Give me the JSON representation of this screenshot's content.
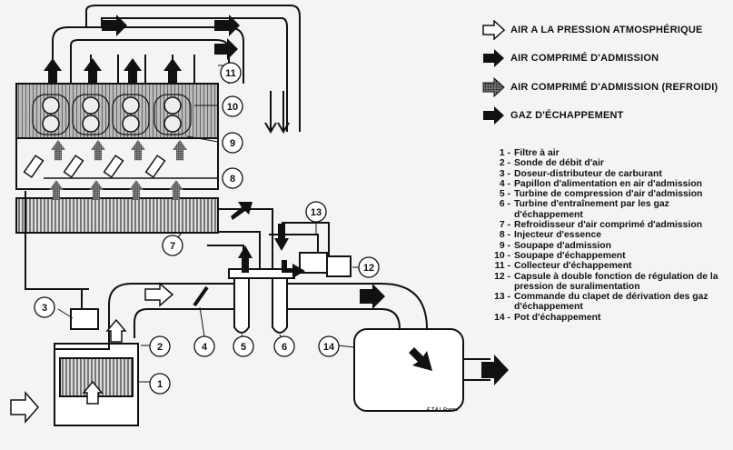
{
  "legend": [
    {
      "label": "AIR A LA PRESSION ATMOSPHÉRIQUE",
      "style": "outline"
    },
    {
      "label": "AIR COMPRIMÉ D'ADMISSION",
      "style": "solid"
    },
    {
      "label": "AIR COMPRIMÉ D'ADMISSION (REFROIDI)",
      "style": "dotted"
    },
    {
      "label": "GAZ D'ÉCHAPPEMENT",
      "style": "solid"
    }
  ],
  "parts": [
    {
      "num": "1 -",
      "text": "Filtre à air"
    },
    {
      "num": "2 -",
      "text": "Sonde de débit d'air"
    },
    {
      "num": "3 -",
      "text": "Doseur-distributeur de carburant"
    },
    {
      "num": "4 -",
      "text": "Papillon d'alimentation en air d'admission"
    },
    {
      "num": "5 -",
      "text": "Turbine de compression d'air d'admission"
    },
    {
      "num": "6 -",
      "text": "Turbine d'entraînement par les gaz d'échappement"
    },
    {
      "num": "7 -",
      "text": "Refroidisseur d'air comprimé d'admission"
    },
    {
      "num": "8 -",
      "text": "Injecteur d'essence"
    },
    {
      "num": "9 -",
      "text": "Soupape d'admission"
    },
    {
      "num": "10 -",
      "text": "Soupape d'échappement"
    },
    {
      "num": "11 -",
      "text": "Collecteur d'échappement"
    },
    {
      "num": "12 -",
      "text": "Capsule à double fonction de régulation de la pression de suralimentation"
    },
    {
      "num": "13 -",
      "text": "Commande du clapet de dérivation des gaz d'échappement"
    },
    {
      "num": "14 -",
      "text": "Pot d'échappement"
    }
  ],
  "callouts": {
    "c1": "1",
    "c2": "2",
    "c3": "3",
    "c4": "4",
    "c5": "5",
    "c6": "6",
    "c7": "7",
    "c8": "8",
    "c9": "9",
    "c10": "10",
    "c11": "11",
    "c12": "12",
    "c13": "13",
    "c14": "14"
  },
  "credit": "E.T.A.I. France",
  "colors": {
    "ink": "#111111",
    "paper": "#f4f4f2",
    "hatch": "#555555"
  }
}
